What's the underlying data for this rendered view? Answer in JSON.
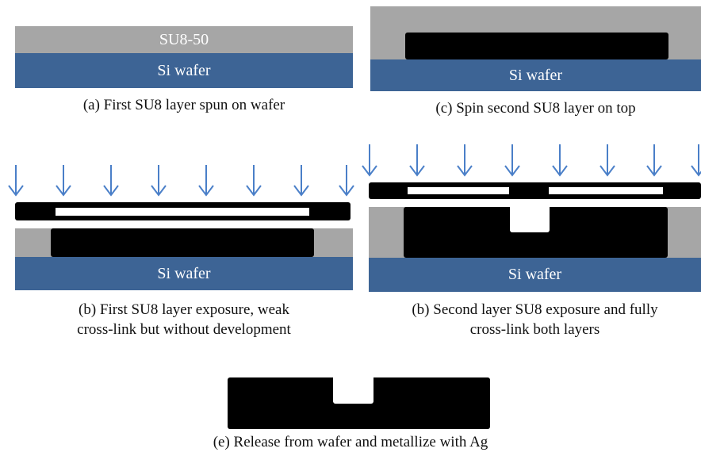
{
  "colors": {
    "wafer": "#3d6495",
    "su8": "#a6a6a6",
    "crosslinked": "#000000",
    "arrow": "#4a7fc8"
  },
  "icons": {
    "exposure_arrow": "down-arrow-icon"
  },
  "panel_a": {
    "su8_label": "SU8-50",
    "wafer_label": "Si wafer",
    "caption": "(a) First SU8 layer spun on wafer"
  },
  "panel_c": {
    "wafer_label": "Si wafer",
    "caption": "(c) Spin second SU8 layer on top"
  },
  "panel_b1": {
    "wafer_label": "Si wafer",
    "caption_line1": "(b) First SU8 layer exposure, weak",
    "caption_line2": "cross-link but without development"
  },
  "panel_b2": {
    "wafer_label": "Si wafer",
    "caption_line1": "(b) Second layer SU8 exposure and fully",
    "caption_line2": "cross-link both layers"
  },
  "panel_e": {
    "caption": "(e) Release from wafer and metallize with Ag"
  }
}
